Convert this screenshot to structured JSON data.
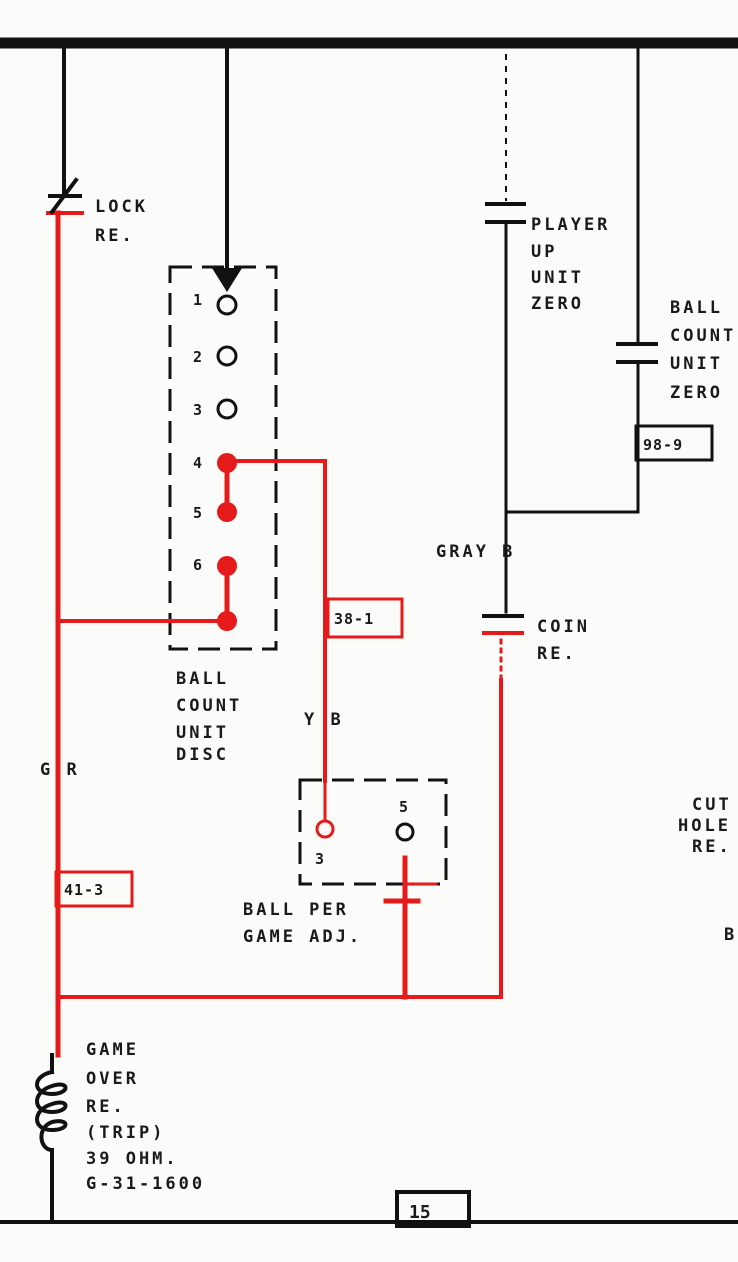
{
  "colors": {
    "energized": "#e51b1b",
    "wire": "#111111",
    "paper": "#fbfbf9"
  },
  "components": {
    "lock_relay": {
      "line1": "LOCK",
      "line2": "RE."
    },
    "player_up_unit": {
      "line1": "PLAYER",
      "line2": "UP",
      "line3": "UNIT",
      "line4": "ZERO"
    },
    "ball_count_unit_zero": {
      "line1": "BALL",
      "line2": "COUNT",
      "line3": "UNIT",
      "line4": "ZERO"
    },
    "ball_count_unit_disc": {
      "line1": "BALL",
      "line2": "COUNT",
      "line3": "UNIT",
      "line4": "DISC",
      "positions": [
        "1",
        "2",
        "3",
        "4",
        "5",
        "6"
      ]
    },
    "coin_relay": {
      "line1": "COIN",
      "line2": "RE."
    },
    "ball_per_game_adj": {
      "line1": "BALL PER",
      "line2": "GAME ADJ.",
      "pos_a": "3",
      "pos_b": "5"
    },
    "cut_hole_relay": {
      "line1": "CUT",
      "line2": "HOLE",
      "line3": "RE.",
      "partial": "B"
    },
    "game_over_relay": {
      "line1": "GAME",
      "line2": "OVER",
      "line3": "RE.",
      "line4": "(TRIP)",
      "line5": "39 OHM.",
      "line6": "G-31-1600"
    }
  },
  "wire_labels": {
    "gray_b": "GRAY B",
    "y_b": "Y B",
    "g_r": "G R"
  },
  "connector_tags": {
    "tag_98_9": "98-9",
    "tag_38_1": "38-1",
    "tag_41_3": "41-3"
  },
  "page_number": "15"
}
